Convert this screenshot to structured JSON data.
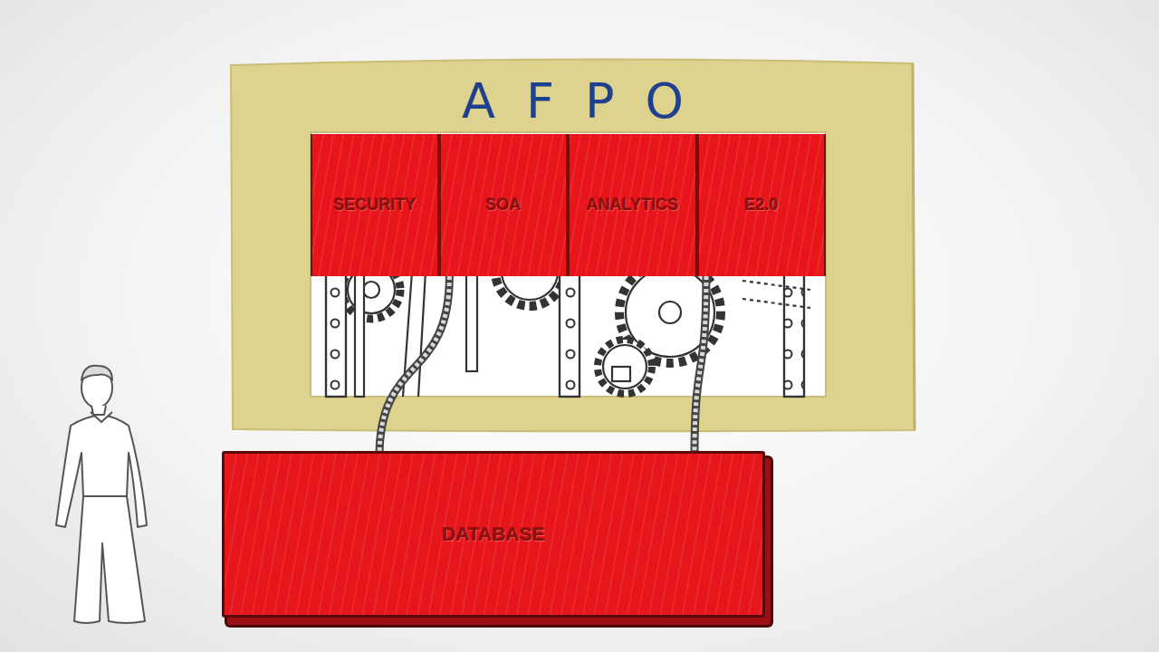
{
  "diagram": {
    "nodes": [
      {
        "text": [
          "AFPO"
        ]
      },
      {
        "text": [
          "SECURITY"
        ],
        "in": 0
      },
      {
        "text": [
          "SOA"
        ],
        "in": 0
      },
      {
        "text": [
          "ANALYTICS"
        ],
        "in": 0
      },
      {
        "text": [
          "E2.0"
        ],
        "in": 0
      },
      {
        "text": [
          "DATABASE"
        ]
      }
    ],
    "edges": [
      {
        "from": 2,
        "to": 5,
        "arrow": "none"
      },
      {
        "from": 4,
        "to": 5,
        "arrow": "none"
      }
    ]
  }
}
